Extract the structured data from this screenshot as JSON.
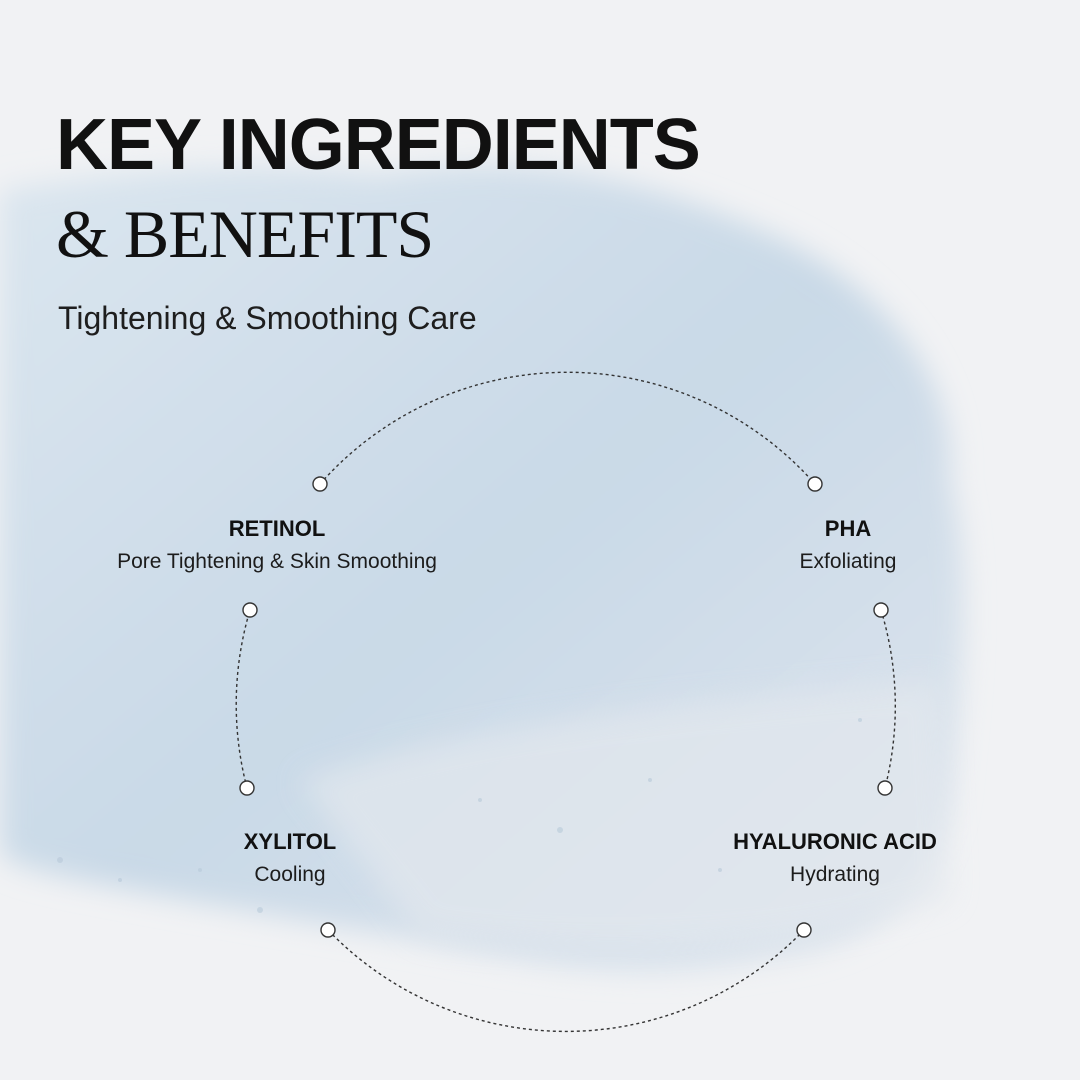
{
  "header": {
    "title_line1": "KEY INGREDIENTS",
    "title_line2": "& BENEFITS",
    "subtitle": "Tightening & Smoothing Care"
  },
  "ingredients": [
    {
      "name": "RETINOL",
      "benefit": "Pore Tightening & Skin Smoothing"
    },
    {
      "name": "PHA",
      "benefit": "Exfoliating"
    },
    {
      "name": "XYLITOL",
      "benefit": "Cooling"
    },
    {
      "name": "HYALURONIC ACID",
      "benefit": "Hydrating"
    }
  ],
  "colors": {
    "background": "#f1f2f4",
    "gel": "#cfdde9",
    "text": "#111111"
  }
}
